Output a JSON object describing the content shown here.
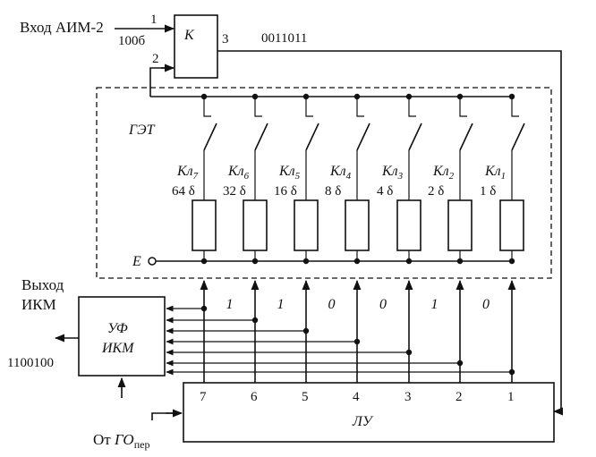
{
  "inputs": {
    "aim_label": "Вход АИМ-2",
    "aim_code": "100б",
    "port1": "1",
    "port2": "2",
    "port3": "3"
  },
  "comparator": {
    "label": "К",
    "output_code": "0011011"
  },
  "get": {
    "label": "ГЭТ",
    "e_label": "E"
  },
  "keys": [
    {
      "label": "Кл",
      "sub": "7",
      "weight": "64 δ"
    },
    {
      "label": "Кл",
      "sub": "6",
      "weight": "32 δ"
    },
    {
      "label": "Кл",
      "sub": "5",
      "weight": "16 δ"
    },
    {
      "label": "Кл",
      "sub": "4",
      "weight": "8 δ"
    },
    {
      "label": "Кл",
      "sub": "3",
      "weight": "4 δ"
    },
    {
      "label": "Кл",
      "sub": "2",
      "weight": "2 δ"
    },
    {
      "label": "Кл",
      "sub": "1",
      "weight": "1 δ"
    }
  ],
  "bits": [
    "1",
    "1",
    "0",
    "0",
    "1",
    "0"
  ],
  "output": {
    "label_line1": "Выход",
    "label_line2": "ИКМ",
    "code": "1100100"
  },
  "uf": {
    "line1": "УФ",
    "line2": "ИКМ"
  },
  "lu": {
    "label": "ЛУ",
    "outputs": [
      "7",
      "6",
      "5",
      "4",
      "3",
      "2",
      "1"
    ]
  },
  "clock": {
    "prefix": "От ",
    "name": "ГО",
    "sub": "пер"
  }
}
